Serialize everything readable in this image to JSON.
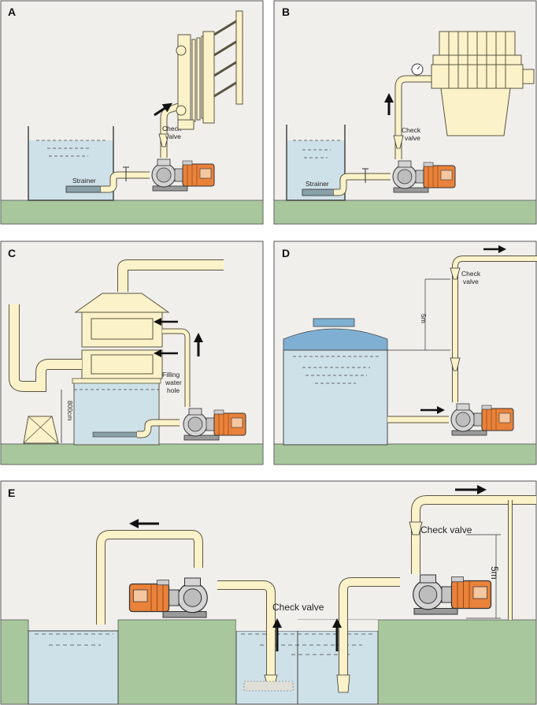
{
  "colors": {
    "background": "#f1efec",
    "ground": "#a8c79c",
    "water": "#cfe1e8",
    "pipe": "#fbf2c9",
    "pipe_stroke": "#5a5440",
    "motor": "#e9823a",
    "pump": "#cfcfcf",
    "tank_top": "#7fb0d3"
  },
  "panels": {
    "A": {
      "letter": "A",
      "check_valve_line1": "Check",
      "check_valve_line2": "valve",
      "strainer": "Strainer"
    },
    "B": {
      "letter": "B",
      "check_valve_line1": "Check",
      "check_valve_line2": "valve",
      "strainer": "Strainer"
    },
    "C": {
      "letter": "C",
      "filling_line1": "Filling",
      "filling_line2": "water",
      "filling_line3": "hole",
      "height": "800cm"
    },
    "D": {
      "letter": "D",
      "check_valve_line1": "Check",
      "check_valve_line2": "valve",
      "height": "5m"
    },
    "E": {
      "letter": "E",
      "check_valve_left": "Check  valve",
      "check_valve_right": "Check  valve",
      "height": "5m"
    }
  }
}
